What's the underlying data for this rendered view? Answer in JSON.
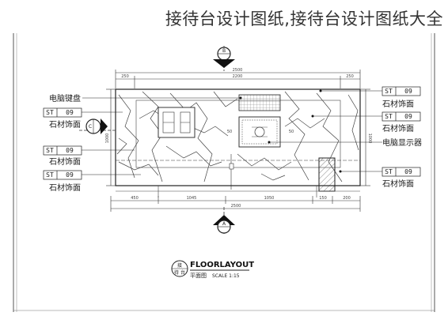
{
  "header": {
    "title": "接待台设计图纸,接待台设计图纸大全"
  },
  "left_callouts": [
    {
      "label": "电脑键盘"
    },
    {
      "code": "ST",
      "num": "09",
      "label": "石材饰面"
    },
    {
      "code": "ST",
      "num": "09",
      "label": "石材饰面"
    },
    {
      "code": "ST",
      "num": "09",
      "label": "石材饰面"
    }
  ],
  "right_callouts": [
    {
      "code": "ST",
      "num": "09",
      "label": "石材饰面"
    },
    {
      "code": "ST",
      "num": "09",
      "label": "石材饰面"
    },
    {
      "label": "电脑显示器"
    },
    {
      "code": "ST",
      "num": "09",
      "label": "石材饰面"
    }
  ],
  "section_marks": {
    "top": "B",
    "bottom": "A",
    "left": "C"
  },
  "dimensions": {
    "top_overall": "2500",
    "top_inner": "2200",
    "top_left": "250",
    "top_right": "250",
    "bottom_segments": [
      "450",
      "1045",
      "1050",
      "150",
      "200"
    ],
    "bottom_overall": "2500",
    "left_height": "1000",
    "right_height": "1000",
    "mid_a": "50",
    "mid_b": "50"
  },
  "title_block": {
    "name": "FLOORLAYOUT",
    "label_cn": "平面图",
    "scale": "SCALE 1:15",
    "badge_top": "接",
    "badge_bottom": "待 台"
  }
}
